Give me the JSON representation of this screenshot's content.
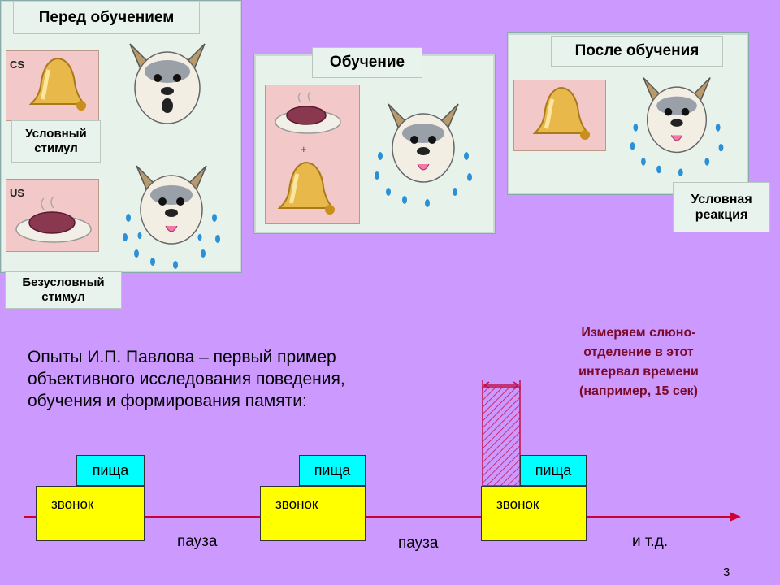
{
  "panels": {
    "before_title": "Перед обучением",
    "training_title": "Обучение",
    "after_title": "После обучения",
    "cs_tag": "CS",
    "us_tag": "US",
    "plus": "+",
    "conditioned_stimulus": [
      "Условный",
      "стимул"
    ],
    "unconditioned_stimulus": [
      "Безусловный",
      "стимул"
    ],
    "conditioned_response": [
      "Условная",
      "реакция"
    ]
  },
  "main_text": [
    "Опыты И.П. Павлова – первый пример",
    "объективного исследования поведения,",
    "обучения и формирования памяти:"
  ],
  "measure_note": [
    "Измеряем слюно-",
    "отделение в этот",
    "интервал времени",
    "(например, 15 сек)"
  ],
  "timeline": {
    "bell_label": "звонок",
    "food_label": "пища",
    "pause_label": "пауза",
    "etc_label": "и т.д."
  },
  "page_number": "3",
  "colors": {
    "background": "#cc99ff",
    "bell_box": "#ffff00",
    "food_box": "#00ffff",
    "timeline": "#cc0033",
    "measure_text": "#7a0a2a"
  }
}
